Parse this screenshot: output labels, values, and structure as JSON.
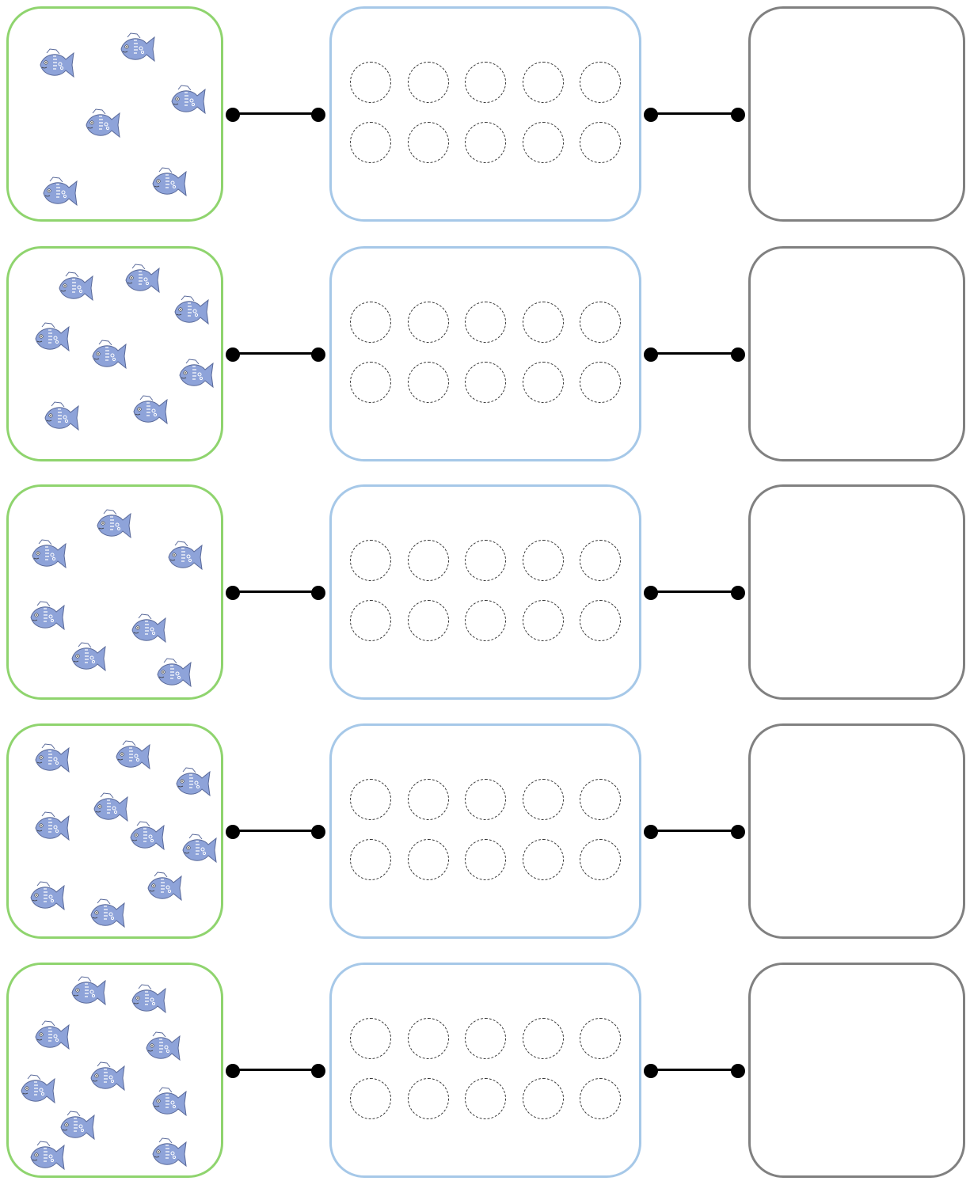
{
  "worksheet": {
    "colors": {
      "fish_box_border": "#8fd46e",
      "ten_frame_border": "#a6c8e8",
      "answer_box_border": "#808080",
      "fish_body": "#8ea3d9",
      "connector": "#000000"
    },
    "icon": "fish-icon",
    "ten_frame": {
      "rows": 2,
      "columns": 5
    },
    "rows": [
      {
        "fish_count": 6,
        "answer": ""
      },
      {
        "fish_count": 8,
        "answer": ""
      },
      {
        "fish_count": 7,
        "answer": ""
      },
      {
        "fish_count": 10,
        "answer": ""
      },
      {
        "fish_count": 10,
        "answer": ""
      }
    ]
  }
}
